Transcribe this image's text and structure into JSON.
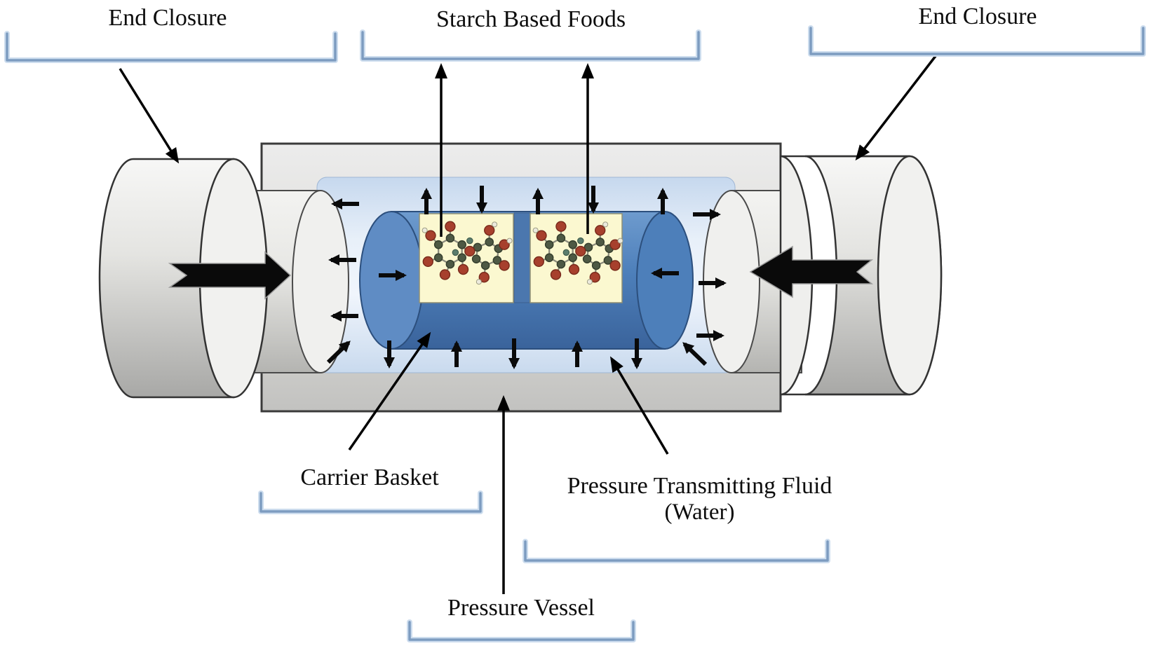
{
  "figure": {
    "labels": {
      "end_closure_left": "End Closure",
      "starch_based_foods": "Starch Based Foods",
      "end_closure_right": "End Closure",
      "carrier_basket": "Carrier Basket",
      "pressure_fluid": "Pressure Transmitting Fluid",
      "pressure_fluid_sub": "(Water)",
      "pressure_vessel": "Pressure Vessel"
    },
    "colors": {
      "bracket_blue": "#7d9cc0",
      "basket_blue": "#4d7fba",
      "fluid_light_blue": "#cfdff2",
      "vessel_gray": "#d8d8d8",
      "end_closure_gray": "#e8e8e8",
      "food_panel_cream": "#fbf8d0",
      "atom_oxygen_red": "#a7402d",
      "atom_carbon_green": "#4e5944",
      "arrow_black": "#000000"
    }
  }
}
